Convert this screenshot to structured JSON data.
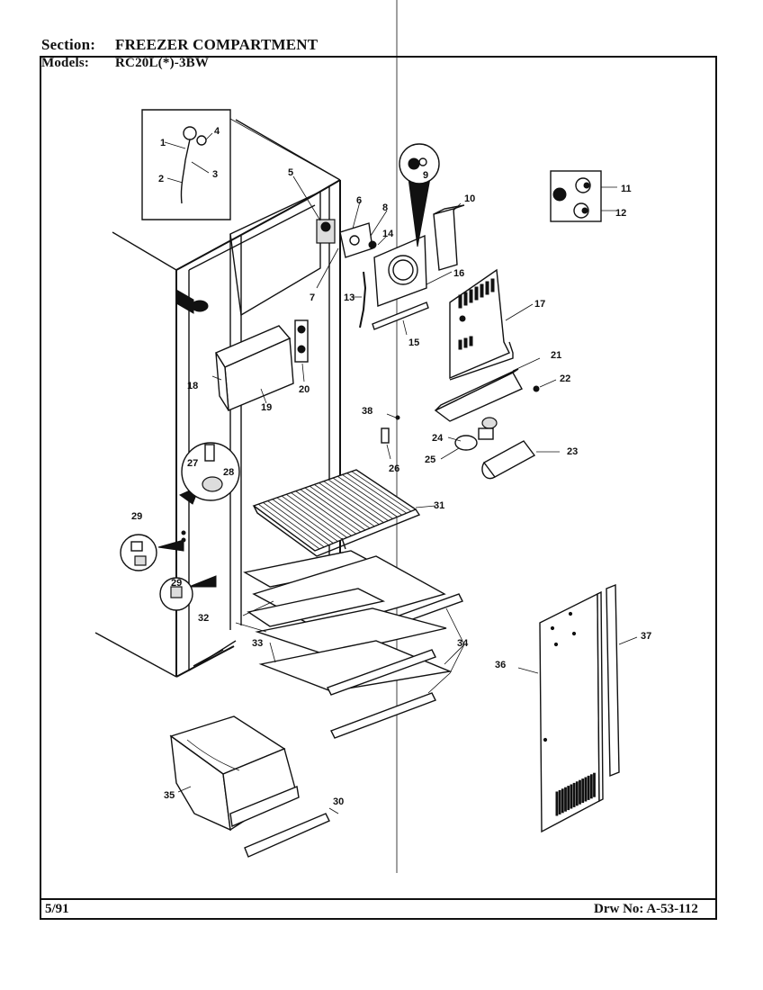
{
  "header": {
    "section_label": "Section:",
    "section_value": "FREEZER COMPARTMENT",
    "models_label": "Models:",
    "models_value": "RC20L(*)-3BW"
  },
  "footer": {
    "date": "5/91",
    "drawing_number": "Drw No: A-53-112"
  },
  "callouts": {
    "c1": "1",
    "c2": "2",
    "c3": "3",
    "c4": "4",
    "c5": "5",
    "c6": "6",
    "c7": "7",
    "c8": "8",
    "c9": "9",
    "c10": "10",
    "c11": "11",
    "c12": "12",
    "c13": "13",
    "c14": "14",
    "c15": "15",
    "c16": "16",
    "c17": "17",
    "c18": "18",
    "c19": "19",
    "c20": "20",
    "c21": "21",
    "c22": "22",
    "c23": "23",
    "c24": "24",
    "c25": "25",
    "c26": "26",
    "c27": "27",
    "c28": "28",
    "c29a": "29",
    "c29b": "29",
    "c30": "30",
    "c31": "31",
    "c32": "32",
    "c33": "33",
    "c34": "34",
    "c35": "35",
    "c36": "36",
    "c37": "37",
    "c38": "38"
  }
}
